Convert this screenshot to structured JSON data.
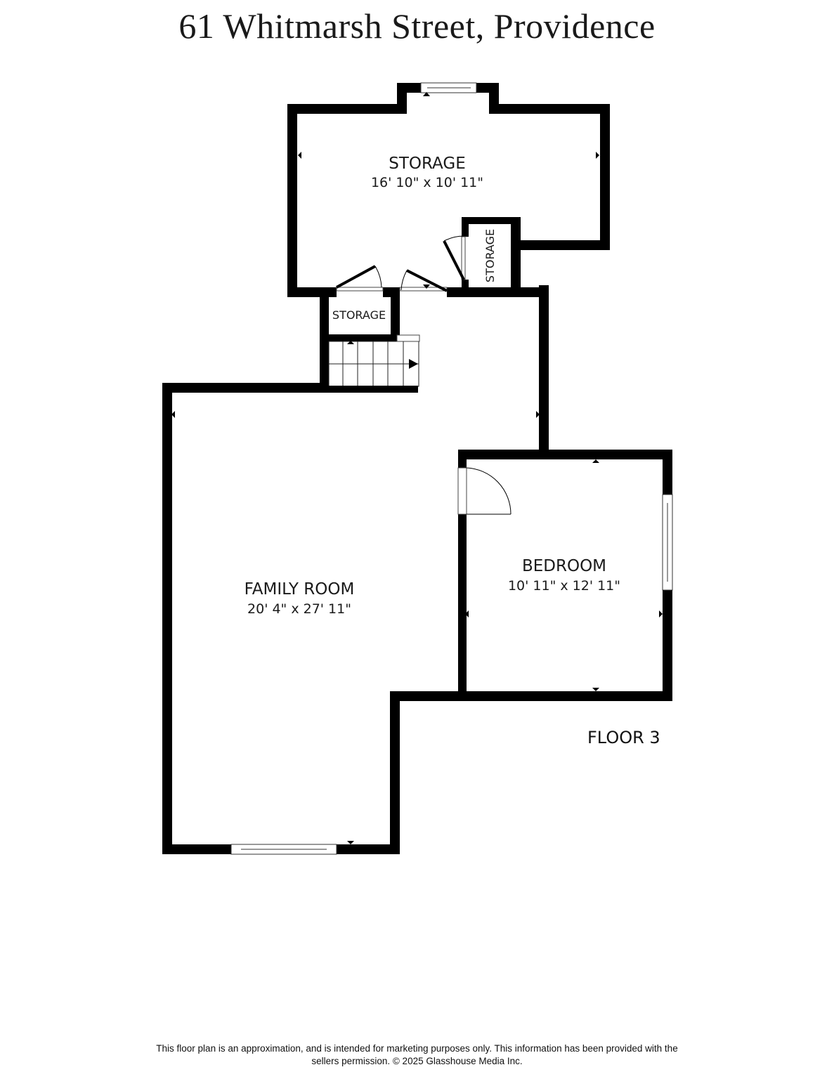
{
  "header": {
    "title": "61 Whitmarsh Street, Providence"
  },
  "rooms": {
    "storage_main": {
      "name": "STORAGE",
      "dims": "16' 10\" x 10' 11\""
    },
    "storage_closet_right": {
      "name": "STORAGE"
    },
    "storage_closet_left": {
      "name": "STORAGE"
    },
    "family_room": {
      "name": "FAMILY ROOM",
      "dims": "20' 4\" x 27' 11\""
    },
    "bedroom": {
      "name": "BEDROOM",
      "dims": "10' 11\" x 12' 11\""
    }
  },
  "floor": {
    "label": "FLOOR 3"
  },
  "footer": {
    "line1": "This floor plan is an approximation, and is intended for marketing purposes only. This information has been provided with the",
    "line2": "sellers permission. © 2025 Glasshouse Media Inc."
  },
  "colors": {
    "wall": "#000000",
    "background": "#ffffff",
    "text": "#1a1a1a"
  }
}
